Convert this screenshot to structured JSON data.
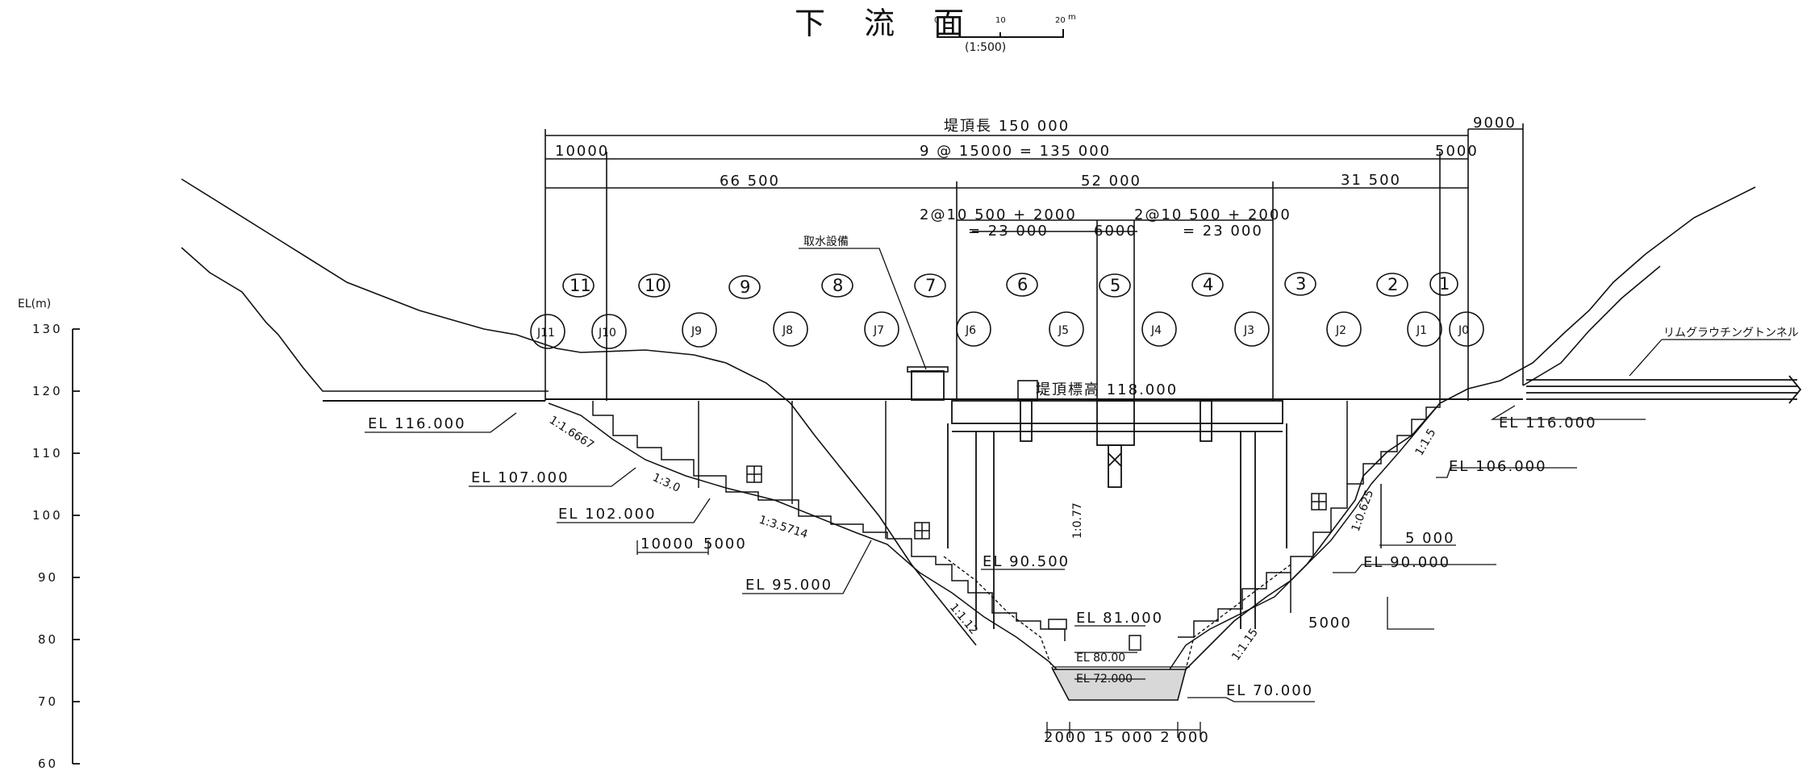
{
  "title": "下 流 面",
  "scale": {
    "ticks": [
      "0",
      "10",
      "20"
    ],
    "unit": "m",
    "ratio": "(1:500)"
  },
  "elevation_axis": {
    "label": "EL(m)",
    "ticks": [
      "130",
      "120",
      "110",
      "100",
      "90",
      "80",
      "70",
      "60"
    ]
  },
  "dimensions": {
    "crest_length": "堤頂長 150 000",
    "right_extent": "9000",
    "left_end": "10000",
    "joint_spacing": "9 @ 15000 = 135 000",
    "right_end": "5000",
    "seg_left": "66 500",
    "seg_mid": "52 000",
    "seg_right": "31 500",
    "mid_a_1": "2@10 500 + 2000",
    "mid_a_2": "= 23 000",
    "gate_width": "6000",
    "mid_b_1": "2@10 500 + 2000",
    "mid_b_2": "= 23 000"
  },
  "blocks": [
    "11",
    "10",
    "9",
    "8",
    "7",
    "6",
    "5",
    "4",
    "3",
    "2",
    "1"
  ],
  "joints": [
    "J11",
    "J10",
    "J9",
    "J8",
    "J7",
    "J6",
    "J5",
    "J4",
    "J3",
    "J2",
    "J1",
    "J0"
  ],
  "labels": {
    "intake": "取水設備",
    "crest_el": "堤頂標高  118.000",
    "tunnel": "リムグラウチングトンネル"
  },
  "elevations_left": {
    "el116": "EL 116.000",
    "el107": "EL 107.000",
    "el102": "EL 102.000",
    "el95": "EL 95.000",
    "el90_5": "EL 90.500",
    "el81": "EL 81.000",
    "el80": "EL 80.00",
    "el72": "EL 72.000"
  },
  "elevations_right": {
    "el116": "EL 116.000",
    "el106": "EL 106.000",
    "el90": "EL 90.000",
    "el70": "EL 70.000"
  },
  "slopes": {
    "s1": "1:1.6667",
    "s2": "1:3.0",
    "s3": "1:3.5714",
    "s4": "1:1.12",
    "s5": "1:0.77",
    "s6": "1:1.5",
    "s7": "1:0.625",
    "s8": "1:1.15"
  },
  "lower_dims": {
    "left_a": "10000",
    "left_b": "5000",
    "right_a": "5 000",
    "right_b": "5000",
    "bottom": "2000  15 000  2 000"
  }
}
